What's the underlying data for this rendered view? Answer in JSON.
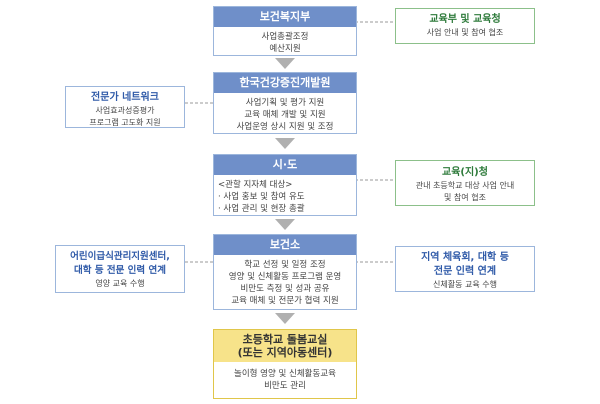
{
  "center": [
    {
      "title": "보건복지부",
      "lines": [
        "사업총괄조정",
        "예산지원"
      ]
    },
    {
      "title": "한국건강증진개발원",
      "lines": [
        "사업기획 및 평가 지원",
        "교육 매체 개발 및 지원",
        "사업운영 상시 지원 및 조정"
      ]
    },
    {
      "title": "시·도",
      "lines": [
        "<관할 지자체 대상>",
        "· 사업 홍보 및 참여 유도",
        "· 사업 관리 및 현장 총괄"
      ]
    },
    {
      "title": "보건소",
      "lines": [
        "학교 선정 및 일정 조정",
        "영양 및 신체활동 프로그램 운영",
        "비만도 측정 및 성과 공유",
        "교육 매체 및 전문가 협력 지원"
      ]
    }
  ],
  "final": {
    "title_lines": [
      "초등학교 돌봄교실",
      "(또는 지역아동센터)"
    ],
    "lines": [
      "놀이형 영양 및 신체활동교육",
      "비만도 관리"
    ]
  },
  "right": [
    {
      "title": "교육부 및 교육청",
      "lines": [
        "사업 안내 및 참여 협조"
      ]
    },
    {
      "title": "교육(지)청",
      "lines": [
        "관내 초등학교 대상 사업 안내",
        "및 참여 협조"
      ]
    },
    {
      "title_lines": [
        "지역 체육회, 대학 등",
        "전문 인력 연계"
      ],
      "lines": [
        "신체활동 교육 수행"
      ]
    }
  ],
  "left": [
    {
      "title": "전문가 네트워크",
      "lines": [
        "사업효과성증평가",
        "프로그램 고도화 지원"
      ]
    },
    {
      "title_lines": [
        "어린이급식관리지원센터,",
        "대학 등 전문 인력 연계"
      ],
      "lines": [
        "영양 교육 수행"
      ]
    }
  ]
}
